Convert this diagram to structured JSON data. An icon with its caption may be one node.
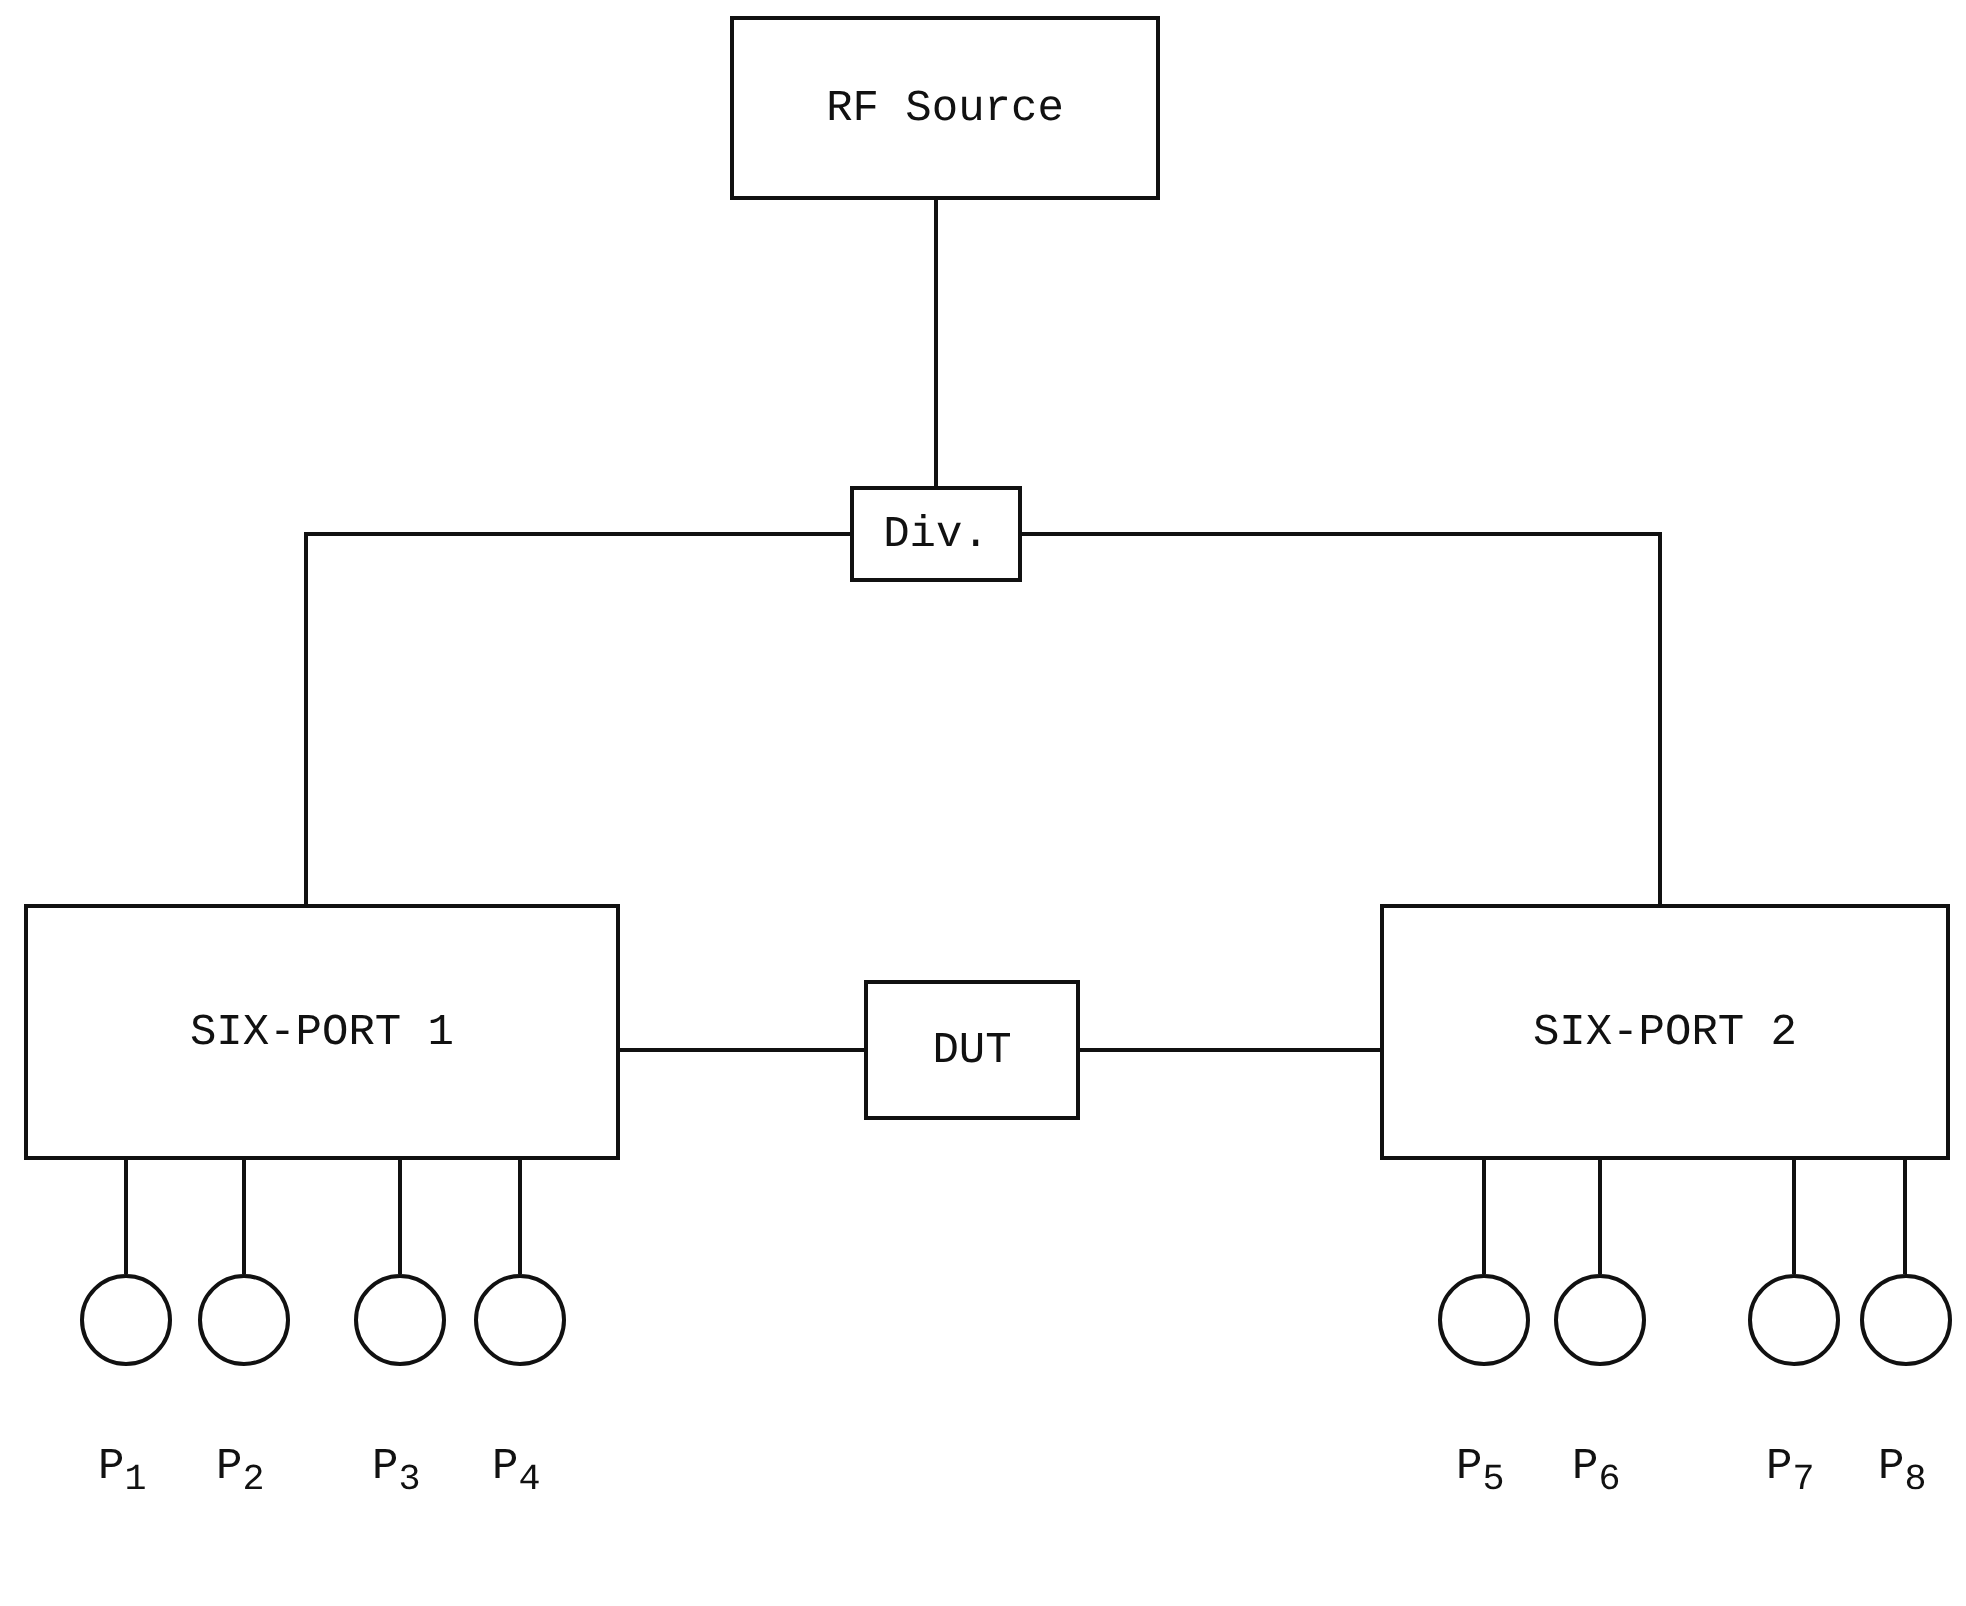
{
  "diagram": {
    "nodes": [
      {
        "text": [
          "RF Source"
        ]
      },
      {
        "text": [
          "Div."
        ]
      },
      {
        "text": [
          "SIX-PORT 1"
        ]
      },
      {
        "text": [
          "DUT"
        ]
      },
      {
        "text": [
          "SIX-PORT 2"
        ]
      },
      {
        "text": [],
        "shape": "circle",
        "beside": [
          "P$_{1}$"
        ]
      },
      {
        "text": [],
        "shape": "circle",
        "beside": [
          "P$_{2}$"
        ]
      },
      {
        "text": [],
        "shape": "circle",
        "beside": [
          "P$_{3}$"
        ]
      },
      {
        "text": [],
        "shape": "circle",
        "beside": [
          "P$_{4}$"
        ]
      },
      {
        "text": [],
        "shape": "circle",
        "beside": [
          "P$_{5}$"
        ]
      },
      {
        "text": [],
        "shape": "circle",
        "beside": [
          "P$_{6}$"
        ]
      },
      {
        "text": [],
        "shape": "circle",
        "beside": [
          "P$_{7}$"
        ]
      },
      {
        "text": [],
        "shape": "circle",
        "beside": [
          "P$_{8}$"
        ]
      }
    ],
    "edges": [
      {
        "from": 0,
        "to": 1,
        "arrow": "none"
      },
      {
        "from": 1,
        "to": 2,
        "arrow": "none"
      },
      {
        "from": 1,
        "to": 4,
        "arrow": "none"
      },
      {
        "from": 2,
        "to": 3,
        "arrow": "none"
      },
      {
        "from": 3,
        "to": 4,
        "arrow": "none"
      },
      {
        "from": 2,
        "to": 5,
        "arrow": "none"
      },
      {
        "from": 2,
        "to": 6,
        "arrow": "none"
      },
      {
        "from": 2,
        "to": 7,
        "arrow": "none"
      },
      {
        "from": 2,
        "to": 8,
        "arrow": "none"
      },
      {
        "from": 4,
        "to": 9,
        "arrow": "none"
      },
      {
        "from": 4,
        "to": 10,
        "arrow": "none"
      },
      {
        "from": 4,
        "to": 11,
        "arrow": "none"
      },
      {
        "from": 4,
        "to": 12,
        "arrow": "none"
      }
    ]
  }
}
